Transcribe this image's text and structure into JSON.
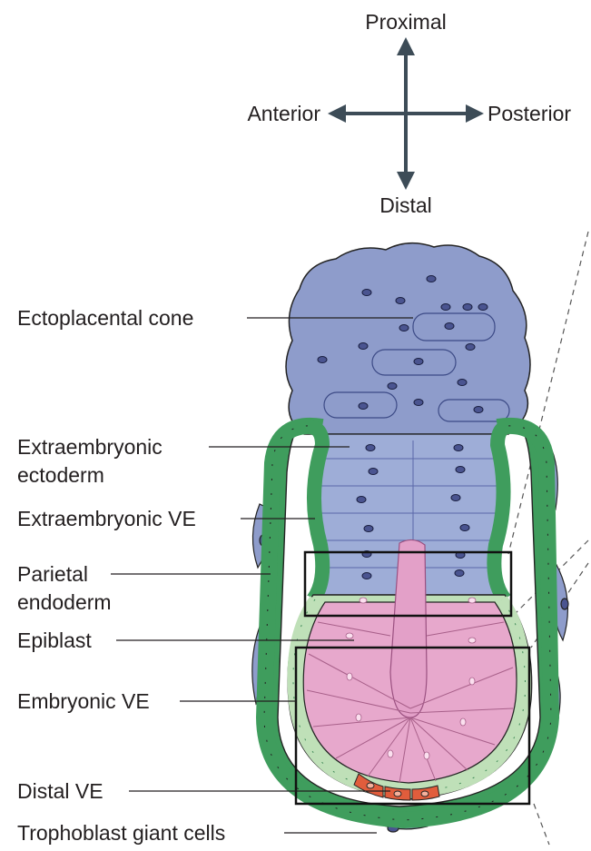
{
  "axes": {
    "proximal": "Proximal",
    "distal": "Distal",
    "anterior": "Anterior",
    "posterior": "Posterior"
  },
  "labels": {
    "ectoplacental_cone": "Ectoplacental cone",
    "extraembryonic_ectoderm_line1": "Extraembryonic",
    "extraembryonic_ectoderm_line2": "ectoderm",
    "extraembryonic_ve": "Extraembryonic VE",
    "parietal_endoderm_line1": "Parietal",
    "parietal_endoderm_line2": "endoderm",
    "epiblast": "Epiblast",
    "embryonic_ve": "Embryonic VE",
    "distal_ve": "Distal VE",
    "trophoblast_giant_cells": "Trophoblast giant cells"
  },
  "colors": {
    "axis_arrow": "#3d4c57",
    "ectoplacental_fill": "#8e9ccb",
    "ectoderm_fill": "#9eadd7",
    "epiblast_fill": "#e7a8cc",
    "ve_green": "#3f9d5d",
    "embryonic_ve_green": "#bfe0b8",
    "distal_ve_red": "#e15d3c",
    "cell_outline": "#232323"
  }
}
